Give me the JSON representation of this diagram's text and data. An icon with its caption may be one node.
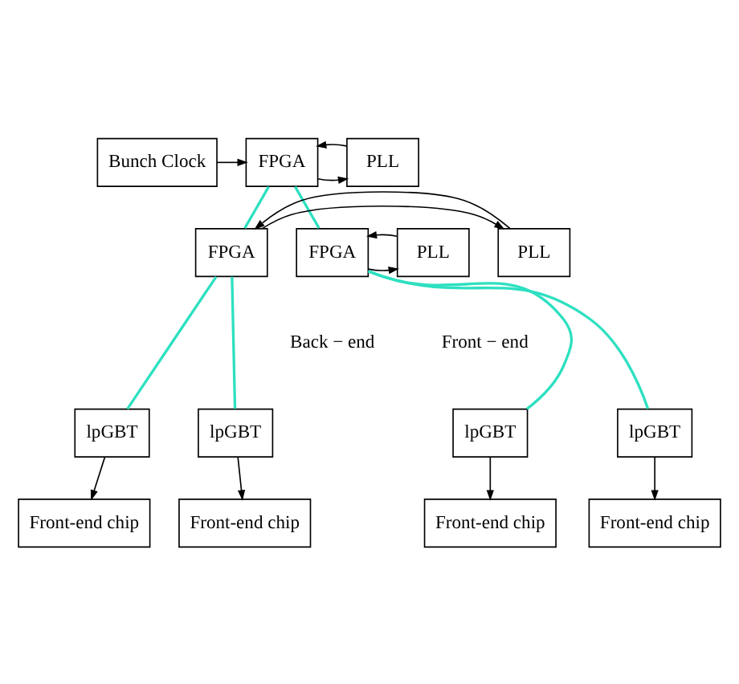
{
  "diagram": {
    "nodes": [
      {
        "text": [
          "Bunch Clock"
        ]
      },
      {
        "text": [
          "FPGA"
        ]
      },
      {
        "text": [
          "PLL"
        ]
      },
      {
        "text": [
          "FPGA"
        ]
      },
      {
        "text": [
          "PLL"
        ]
      },
      {
        "text": [
          "FPGA"
        ]
      },
      {
        "text": [
          "PLL"
        ]
      },
      {
        "text": [
          "lpGBT"
        ]
      },
      {
        "text": [
          "lpGBT"
        ]
      },
      {
        "text": [
          "lpGBT"
        ]
      },
      {
        "text": [
          "lpGBT"
        ]
      },
      {
        "text": [
          "Front-end chip"
        ]
      },
      {
        "text": [
          "Front-end chip"
        ]
      },
      {
        "text": [
          "Front-end chip"
        ]
      },
      {
        "text": [
          "Front-end chip"
        ]
      }
    ],
    "edges": [
      {
        "from": 0,
        "to": 1,
        "arrow": "to"
      },
      {
        "from": 1,
        "to": 2,
        "arrow": "to"
      },
      {
        "from": 2,
        "to": 1,
        "arrow": "to"
      },
      {
        "from": 1,
        "to": 3,
        "arrow": "none",
        "color": "#2de0c0"
      },
      {
        "from": 1,
        "to": 5,
        "arrow": "none",
        "color": "#2de0c0"
      },
      {
        "from": 3,
        "to": 4,
        "arrow": "to"
      },
      {
        "from": 4,
        "to": 3,
        "arrow": "to"
      },
      {
        "from": 5,
        "to": 6,
        "arrow": "to"
      },
      {
        "from": 6,
        "to": 5,
        "arrow": "to"
      },
      {
        "from": 3,
        "to": 7,
        "arrow": "none",
        "color": "#2de0c0"
      },
      {
        "from": 3,
        "to": 8,
        "arrow": "none",
        "color": "#2de0c0"
      },
      {
        "from": 5,
        "to": 9,
        "arrow": "none",
        "color": "#2de0c0"
      },
      {
        "from": 5,
        "to": 10,
        "arrow": "none",
        "color": "#2de0c0"
      },
      {
        "from": 7,
        "to": 11,
        "arrow": "to"
      },
      {
        "from": 8,
        "to": 12,
        "arrow": "to"
      },
      {
        "from": 9,
        "to": 13,
        "arrow": "to"
      },
      {
        "from": 10,
        "to": 14,
        "arrow": "to"
      }
    ],
    "labels": [
      "Back − end",
      "Front − end"
    ]
  }
}
